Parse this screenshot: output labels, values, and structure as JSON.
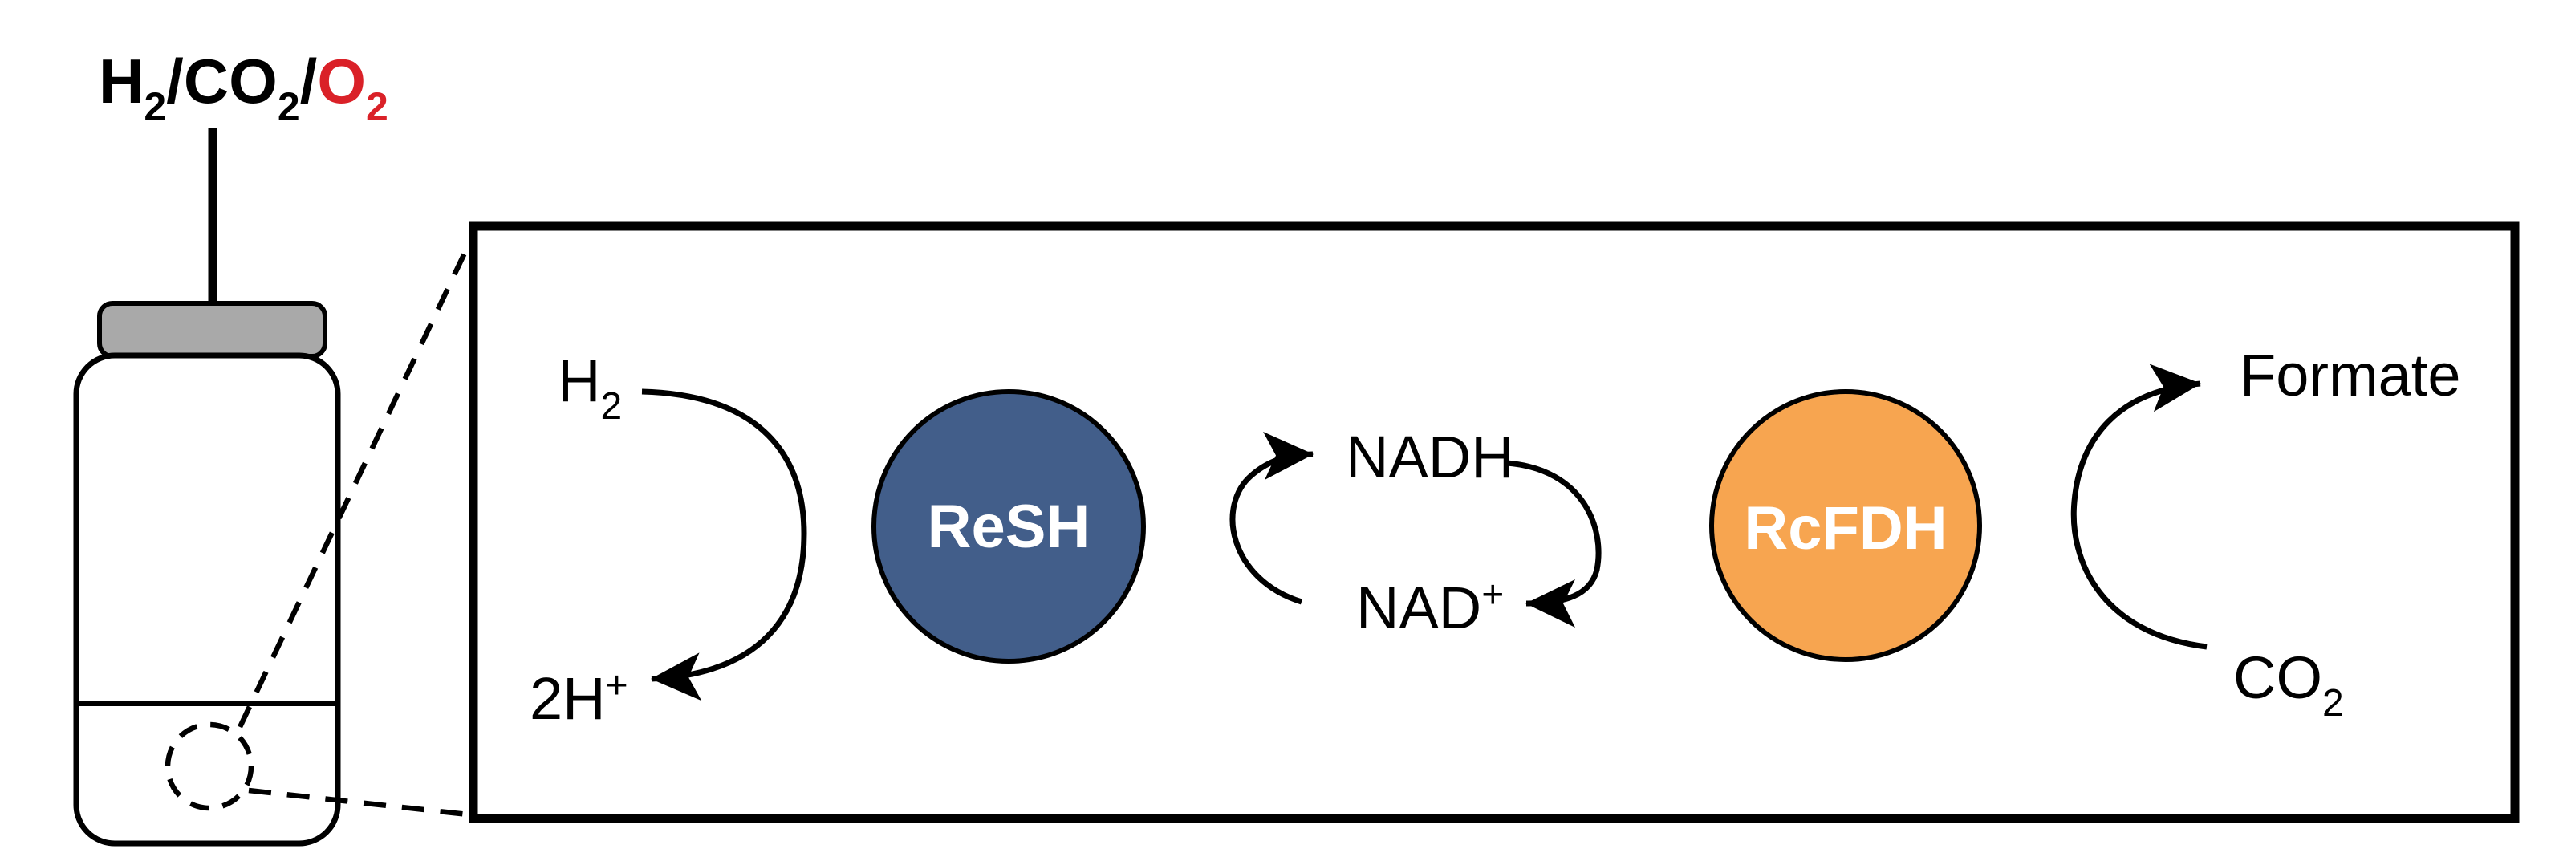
{
  "colors": {
    "background": "#FFFFFF",
    "outline": "#000000",
    "cap_gray": "#A9A9A9",
    "o2_red": "#DA2128",
    "resh_blue": "#425E8A",
    "rcfdh_orange": "#F7A550",
    "enzyme_text": "#FFFFFF"
  },
  "gas_label": {
    "h_base": "H",
    "h_sub": "2",
    "sep1": "/",
    "co_base": "CO",
    "co_sub": "2",
    "sep2": "/",
    "o_base": "O",
    "o_sub": "2"
  },
  "inset": {
    "h2": {
      "base": "H",
      "sub": "2"
    },
    "protons": {
      "base": "2H",
      "sup": "+"
    },
    "nadh": "NADH",
    "nad": {
      "base": "NAD",
      "sup": "+"
    },
    "formate": "Formate",
    "co2": {
      "base": "CO",
      "sub": "2"
    },
    "enzyme_left": "ReSH",
    "enzyme_right": "RcFDH"
  }
}
